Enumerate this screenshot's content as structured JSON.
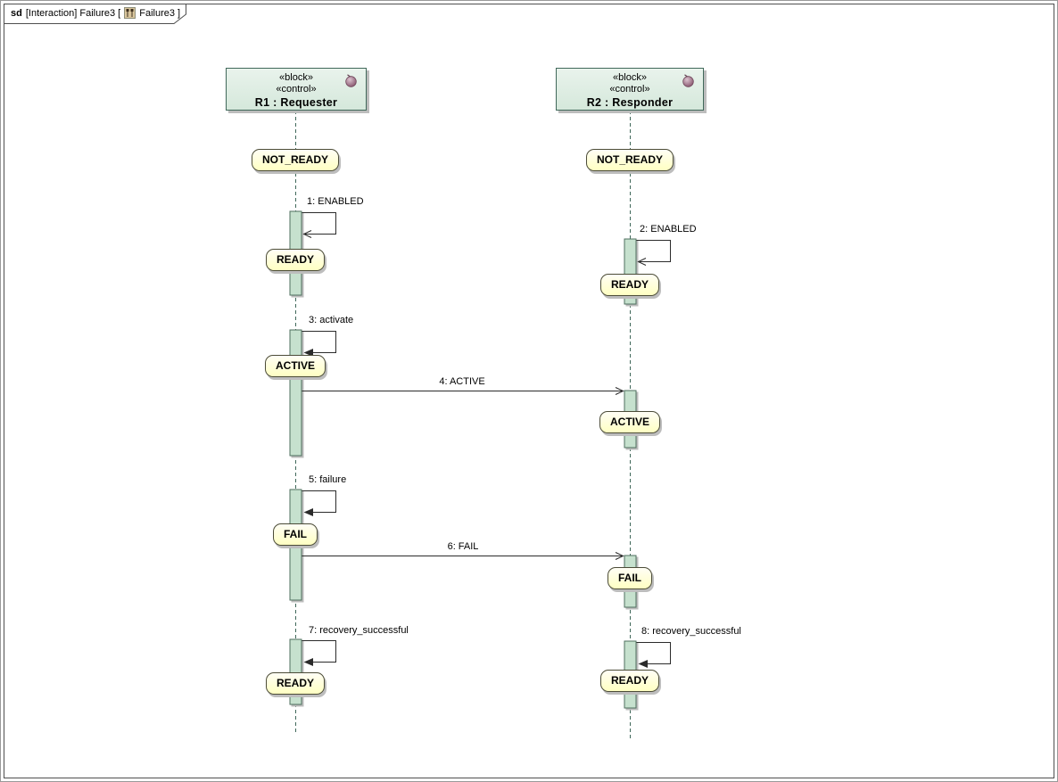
{
  "header": {
    "kind": "sd",
    "title": "[Interaction] Failure3 [",
    "tab": "Failure3 ]",
    "icon": "interaction-diagram-icon"
  },
  "lifelines": [
    {
      "id": "R1",
      "stereotypes": [
        "«block»",
        "«control»"
      ],
      "name": "R1 : Requester",
      "icon": "control-ball-icon"
    },
    {
      "id": "R2",
      "stereotypes": [
        "«block»",
        "«control»"
      ],
      "name": "R2 : Responder",
      "icon": "control-ball-icon"
    }
  ],
  "state_labels": [
    {
      "lifeline": "R1",
      "label": "NOT_READY"
    },
    {
      "lifeline": "R2",
      "label": "NOT_READY"
    },
    {
      "lifeline": "R1",
      "label": "READY"
    },
    {
      "lifeline": "R2",
      "label": "READY"
    },
    {
      "lifeline": "R1",
      "label": "ACTIVE"
    },
    {
      "lifeline": "R2",
      "label": "ACTIVE"
    },
    {
      "lifeline": "R1",
      "label": "FAIL"
    },
    {
      "lifeline": "R2",
      "label": "FAIL"
    },
    {
      "lifeline": "R1",
      "label": "READY"
    },
    {
      "lifeline": "R2",
      "label": "READY"
    }
  ],
  "messages": [
    {
      "num": 1,
      "text": "1: ENABLED",
      "from": "R1",
      "to": "R1",
      "kind": "self",
      "arrow": "open"
    },
    {
      "num": 2,
      "text": "2: ENABLED",
      "from": "R2",
      "to": "R2",
      "kind": "self",
      "arrow": "open"
    },
    {
      "num": 3,
      "text": "3: activate",
      "from": "R1",
      "to": "R1",
      "kind": "self",
      "arrow": "filled"
    },
    {
      "num": 4,
      "text": "4: ACTIVE",
      "from": "R1",
      "to": "R2",
      "kind": "async",
      "arrow": "open"
    },
    {
      "num": 5,
      "text": "5: failure",
      "from": "R1",
      "to": "R1",
      "kind": "self",
      "arrow": "filled"
    },
    {
      "num": 6,
      "text": "6: FAIL",
      "from": "R1",
      "to": "R2",
      "kind": "async",
      "arrow": "open"
    },
    {
      "num": 7,
      "text": "7: recovery_successful",
      "from": "R1",
      "to": "R1",
      "kind": "self",
      "arrow": "filled"
    },
    {
      "num": 8,
      "text": "8: recovery_successful",
      "from": "R2",
      "to": "R2",
      "kind": "self",
      "arrow": "filled"
    }
  ],
  "colors": {
    "frame-border": "#4f4f4f",
    "head-fill": "#d5e8db",
    "head-fill-light": "#e9f3ec",
    "head-border": "#40685a",
    "activation-fill": "#c6e1ce",
    "activation-border": "#4f6f5f",
    "state-top": "#fffef5",
    "state-bottom": "#ffffc2",
    "state-border": "#4c4c38",
    "lifeline": "#40685a",
    "message": "#2b2b2b",
    "shadow": "#bdbdbd",
    "tab-icon-bg": "#d9c59c",
    "ball-dark": "#8a5971",
    "ball-light": "#dcc3cf"
  }
}
